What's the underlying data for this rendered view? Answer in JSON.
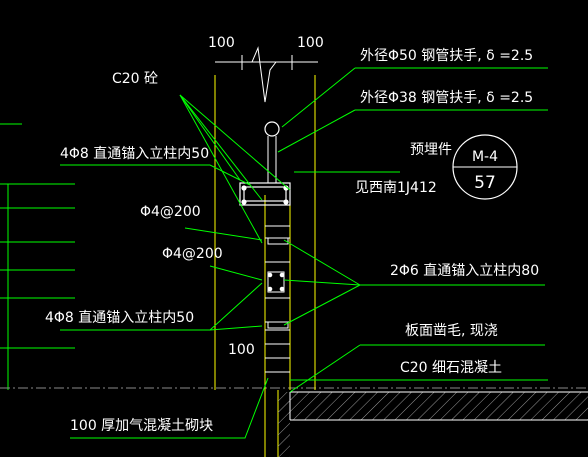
{
  "labels": {
    "dim_left": "100",
    "dim_right": "100",
    "concrete_c20": "C20  砼",
    "pipe_50": "外径Φ50  钢管扶手, δ =2.5",
    "pipe_38": "外径Φ38  钢管扶手, δ =2.5",
    "anchor_4phi8_top": "4Φ8  直通锚入立柱内50",
    "embedded_part": "预埋件",
    "callout_top": "M-4",
    "callout_bottom": "57",
    "see_ref": "见西南1J412",
    "phi4_a": "Φ4@200",
    "phi4_b": "Φ4@200",
    "anchor_2phi6": "2Φ6  直通锚入立柱内80",
    "anchor_4phi8_bottom": "4Φ8  直通锚入立柱内50",
    "chisel": "板面凿毛, 现浇",
    "dim_100": "100",
    "fine_concrete": "C20  细石混凝土",
    "block_wall": "100  厚加气混凝土砌块"
  },
  "colors": {
    "background": "#000000",
    "leader_green": "#00ff00",
    "wall_yellow": "#ffff00",
    "text_white": "#ffffff",
    "hatch_gray": "#9a9a9a",
    "baseline_gray": "#8a8a8a"
  }
}
